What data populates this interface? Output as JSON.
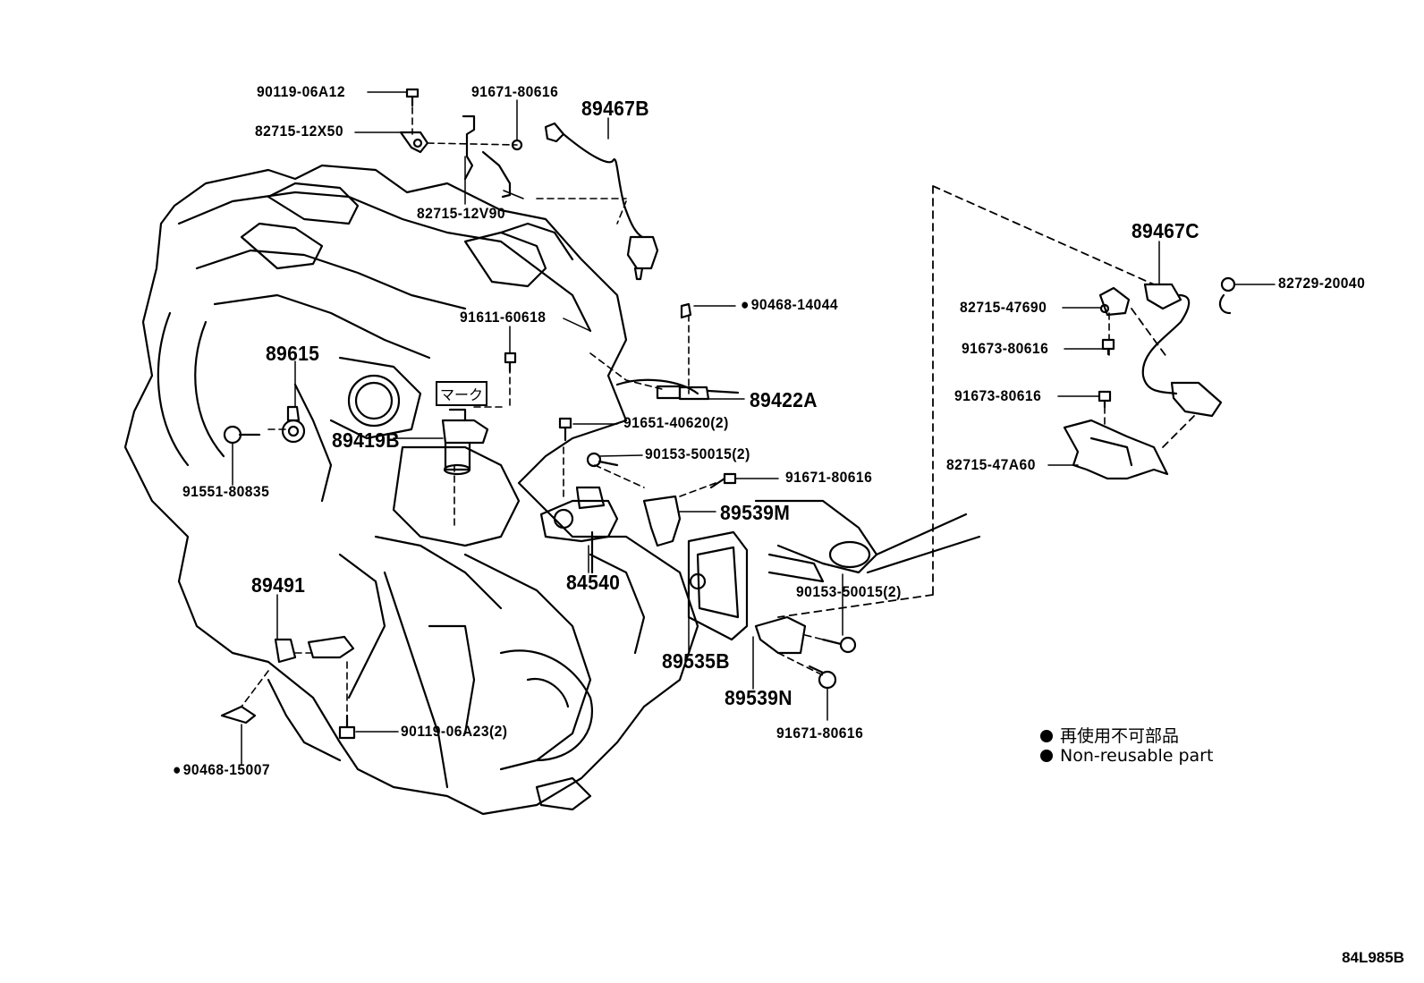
{
  "parts": {
    "p_90119_06A12": "90119-06A12",
    "p_91671_80616_top": "91671-80616",
    "p_89467B": "89467B",
    "p_82715_12X50": "82715-12X50",
    "p_82715_12V90": "82715-12V90",
    "p_90468_14044": "90468-14044",
    "p_91611_60618": "91611-60618",
    "p_89615": "89615",
    "p_89422A": "89422A",
    "p_mark": "マーク",
    "p_91651_40620": "91651-40620(2)",
    "p_89419B": "89419B",
    "p_90153_50015_a": "90153-50015(2)",
    "p_91671_80616_mid": "91671-80616",
    "p_91551_80835": "91551-80835",
    "p_89539M": "89539M",
    "p_84540": "84540",
    "p_89491": "89491",
    "p_90153_50015_b": "90153-50015(2)",
    "p_89535B": "89535B",
    "p_89539N": "89539N",
    "p_90119_06A23": "90119-06A23(2)",
    "p_91671_80616_bot": "91671-80616",
    "p_90468_15007": "90468-15007",
    "p_89467C": "89467C",
    "p_82729_20040": "82729-20040",
    "p_82715_47690": "82715-47690",
    "p_91673_80616_a": "91673-80616",
    "p_91673_80616_b": "91673-80616",
    "p_82715_47A60": "82715-47A60"
  },
  "legend": {
    "line1": "再使用不可部品",
    "line2": "Non-reusable part"
  },
  "illustration_code": "84L985B",
  "colors": {
    "ink": "#000000",
    "paper": "#ffffff"
  }
}
